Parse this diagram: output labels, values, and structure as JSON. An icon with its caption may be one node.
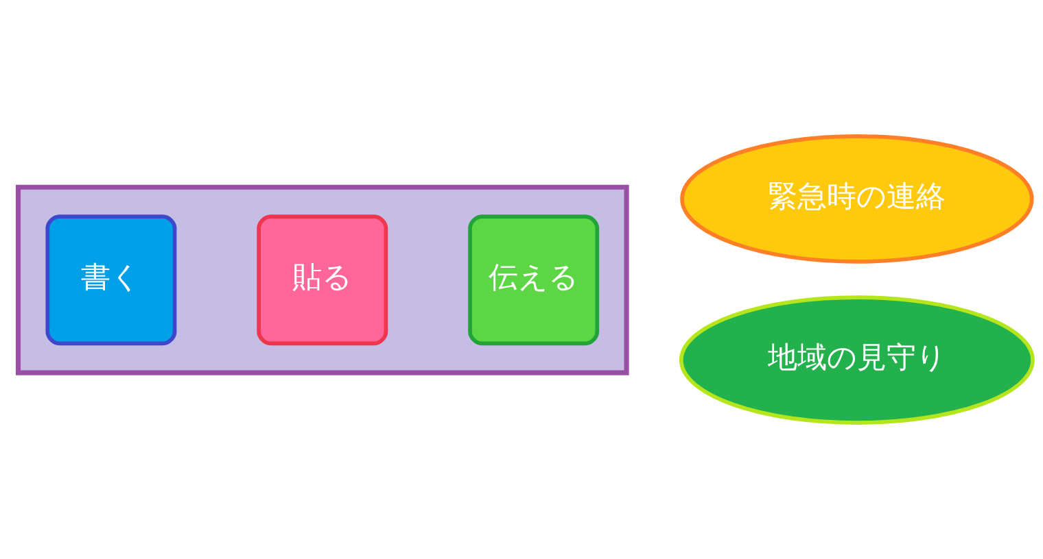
{
  "diagram": {
    "nodes": [
      {
        "text": [],
        "shape": "arrow"
      },
      {
        "text": [
          "書く"
        ],
        "in": 0
      },
      {
        "text": [
          "貼る"
        ],
        "in": 0
      },
      {
        "text": [
          "伝える"
        ],
        "in": 0
      },
      {
        "text": [
          "緊急時の連絡"
        ]
      },
      {
        "text": [
          "地域の見守り"
        ]
      }
    ],
    "edges": []
  }
}
